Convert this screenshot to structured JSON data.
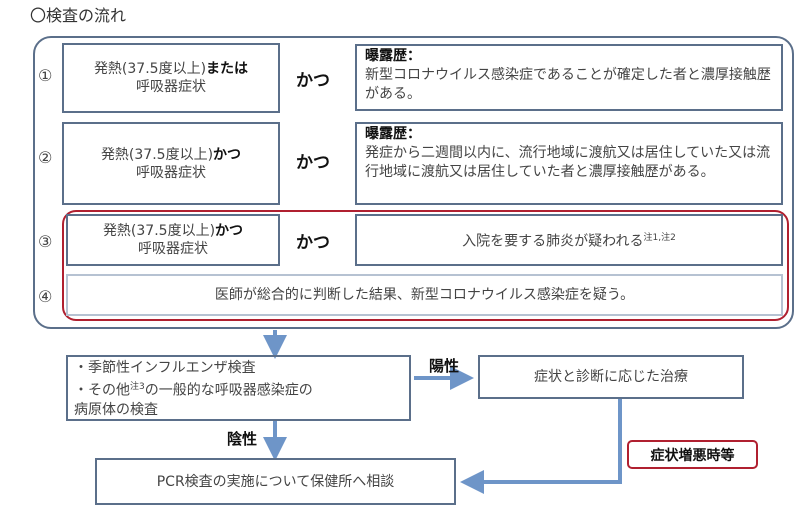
{
  "title": "〇検査の流れ",
  "rows": [
    {
      "num": "①",
      "left_a": "発熱(37.5度以上)",
      "left_b": "または",
      "left_c": "呼吸器症状",
      "and": "かつ",
      "right_head": "曝露歴：",
      "right_body": "新型コロナウイルス感染症であることが確定した者と濃厚接触歴がある。"
    },
    {
      "num": "②",
      "left_a": "発熱(37.5度以上)",
      "left_b": "かつ",
      "left_c": "呼吸器症状",
      "and": "かつ",
      "right_head": "曝露歴：",
      "right_body": "発症から二週間以内に、流行地域に渡航又は居住していた又は流行地域に渡航又は居住していた者と濃厚接触歴がある。"
    },
    {
      "num": "③",
      "left_a": "発熱(37.5度以上)",
      "left_b": "かつ",
      "left_c": "呼吸器症状",
      "and": "かつ",
      "right_body": "入院を要する肺炎が疑われる",
      "right_note": "注1,注2"
    },
    {
      "num": "④",
      "text": "医師が総合的に判断した結果、新型コロナウイルス感染症を疑う。"
    }
  ],
  "test_box": {
    "line1": "・季節性インフルエンザ検査",
    "line2a": "・その他",
    "line2note": "注3",
    "line2b": "の一般的な呼吸器感染症の",
    "line3": "病原体の検査"
  },
  "positive_label": "陽性",
  "negative_label": "陰性",
  "treatment": "症状と診断に応じた治療",
  "pcr": "PCR検査の実施について保健所へ相談",
  "worsening": "症状増悪時等",
  "colors": {
    "box_border": "#5b6f8a",
    "red": "#b02030",
    "arrow": "#6e95c8"
  }
}
